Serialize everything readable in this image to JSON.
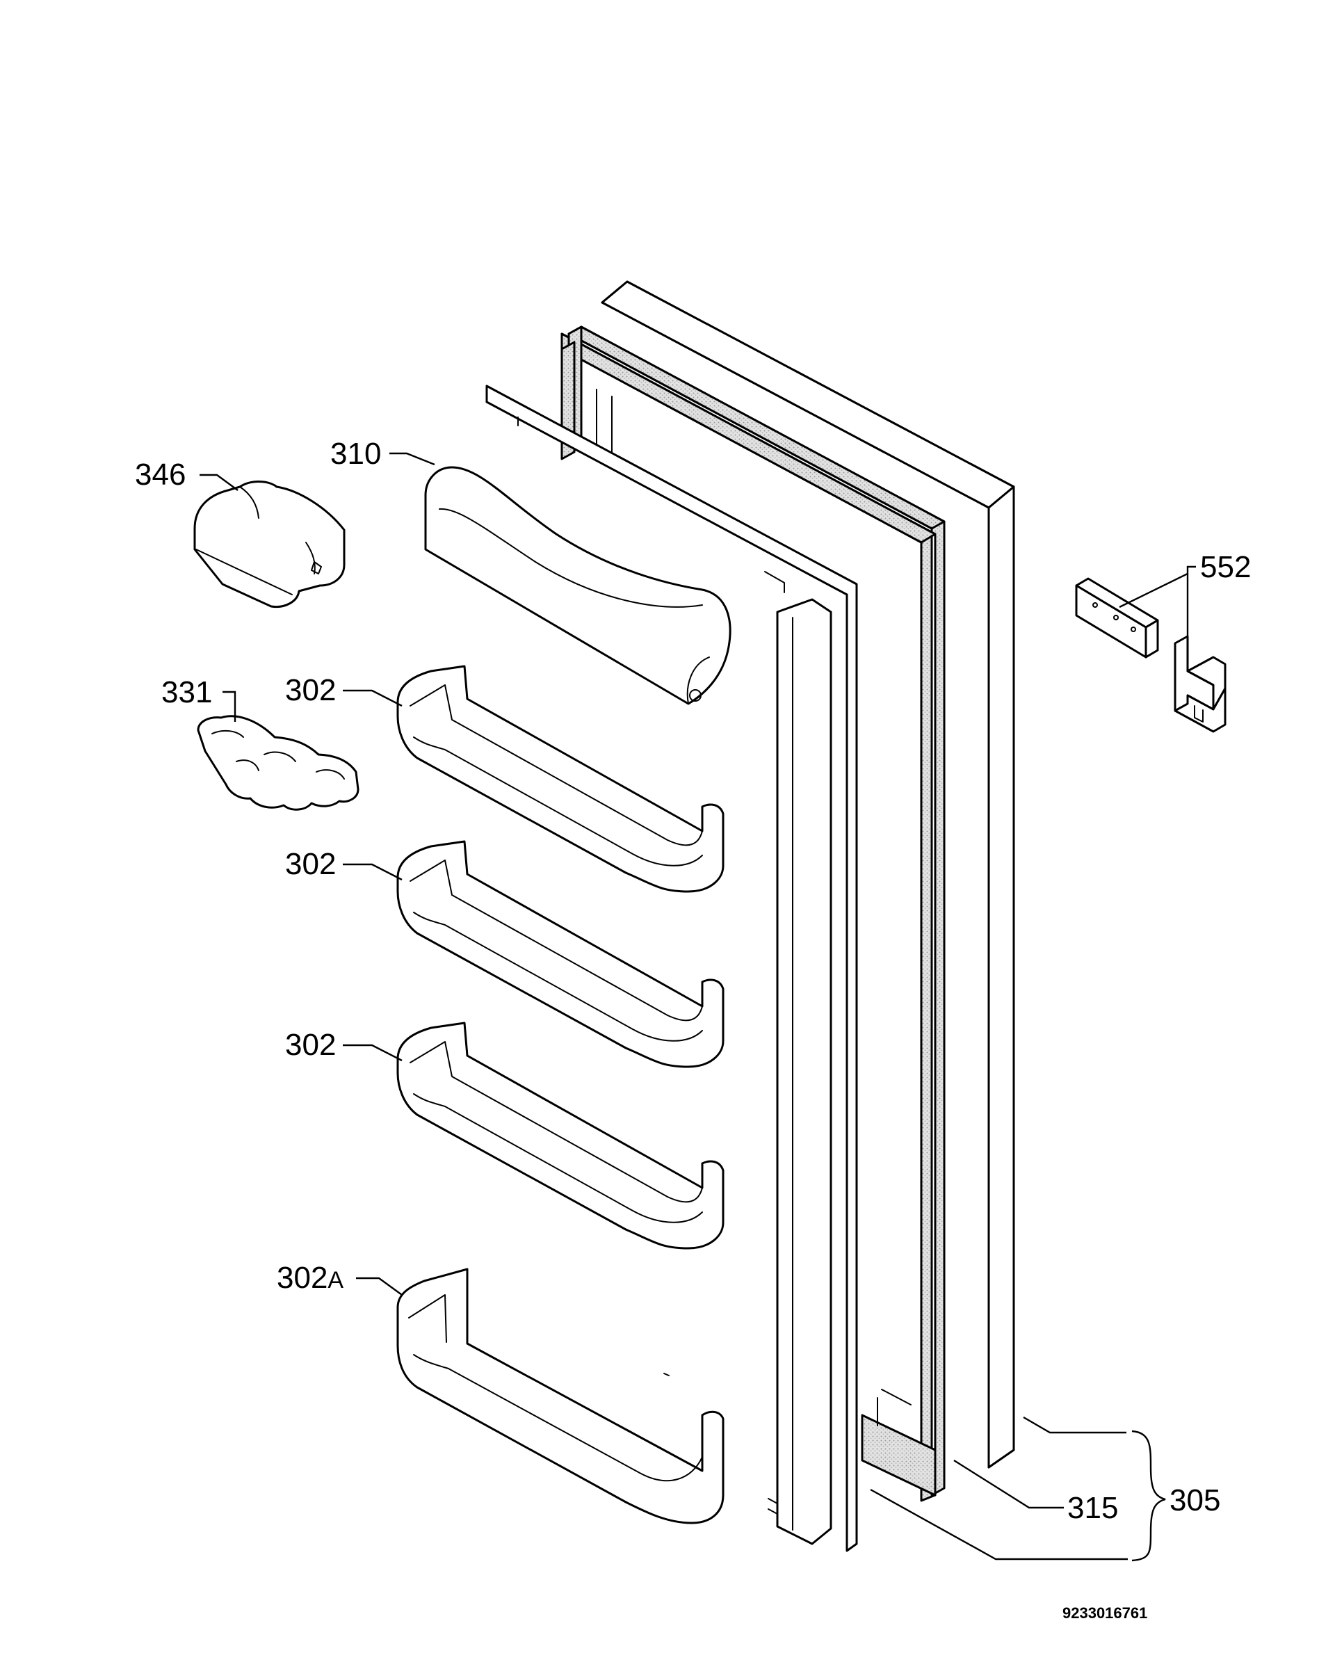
{
  "parts": {
    "p346": "346",
    "p310": "310",
    "p552": "552",
    "p331": "331",
    "p302_1": "302",
    "p302_2": "302",
    "p302_3": "302",
    "p302a_num": "302",
    "p302a_suffix": "A",
    "p315": "315",
    "p305": "305"
  },
  "document_number": "9233016761",
  "colors": {
    "line": "#000000",
    "background": "#ffffff",
    "gasket_tint": "#c8c8c8"
  }
}
